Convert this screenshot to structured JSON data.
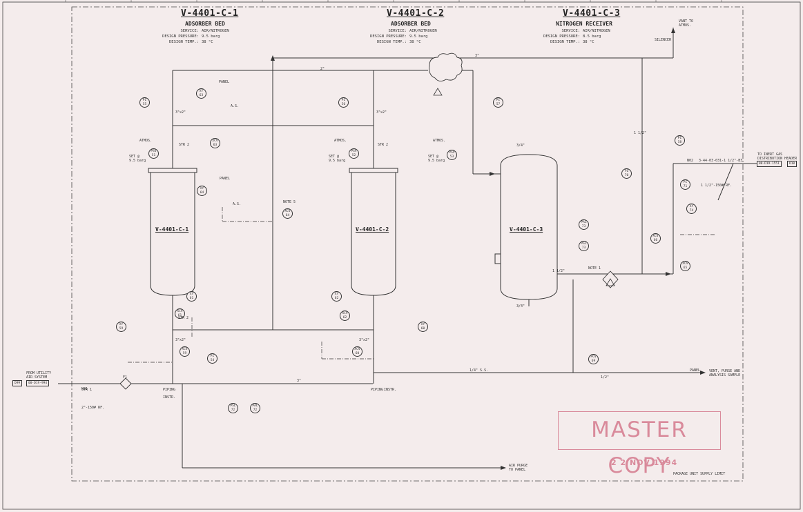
{
  "vessels": [
    {
      "tag": "V-4401-C-1",
      "service_title": "ADSORBER BED",
      "service": "AIR/NITROGEN",
      "design_pressure": "9.5 barg",
      "design_temp": "38 °C"
    },
    {
      "tag": "V-4401-C-2",
      "service_title": "ADSORBER BED",
      "service": "AIR/NITROGEN",
      "design_pressure": "9.5 barg",
      "design_temp": "38 °C"
    },
    {
      "tag": "V-4401-C-3",
      "service_title": "NITROGEN RECEIVER",
      "service": "AIR/NITROGEN",
      "design_pressure": "8.5 barg",
      "design_temp": "38 °C"
    }
  ],
  "header_keys": {
    "service": "SERVICE:",
    "design_pressure": "DESIGN PRESSURE:",
    "design_temp": "DESIGN TEMP.:"
  },
  "instruments": {
    "pi55": [
      "PI",
      "55"
    ],
    "pi56": [
      "PI",
      "56"
    ],
    "pi57": [
      "PI",
      "57"
    ],
    "pi58": [
      "PI",
      "58"
    ],
    "pi54": [
      "PI",
      "54"
    ],
    "pi71": [
      "PI",
      "71"
    ],
    "xy63": [
      "XY",
      "63"
    ],
    "xcv63": [
      "XCV",
      "63"
    ],
    "xy64": [
      "XY",
      "64"
    ],
    "xcv64": [
      "XCV",
      "64"
    ],
    "xy61": [
      "XY",
      "61"
    ],
    "xcv61": [
      "XCV",
      "61"
    ],
    "xy62": [
      "XY",
      "62"
    ],
    "xcv62": [
      "XCV",
      "62"
    ],
    "xy59": [
      "XY",
      "59"
    ],
    "xcv59": [
      "XCV",
      "59"
    ],
    "xy60": [
      "XY",
      "60"
    ],
    "xcv60": [
      "XCV",
      "60"
    ],
    "psv51": [
      "PSV",
      "51"
    ],
    "psv52": [
      "PSV",
      "52"
    ],
    "psv53": [
      "PSV",
      "53"
    ],
    "pal73": [
      "PAL",
      "73"
    ],
    "psl73": [
      "PSL",
      "73"
    ],
    "psl72": [
      "PSL",
      "72"
    ],
    "pal72": [
      "PAL",
      "72"
    ],
    "pcv69": [
      "PCV",
      "69"
    ],
    "fo70": [
      "FO",
      "70"
    ],
    "xy74": [
      "XY",
      "74"
    ],
    "xcv66": [
      "XCV",
      "66"
    ],
    "xcv65": [
      "XCV",
      "65"
    ]
  },
  "labels": {
    "panel": "PANEL",
    "as": "A.S.",
    "atmos": "ATMOS.",
    "set_95": "SET @\n9.5 barg",
    "str2": "STR 2",
    "str1": "STR 1",
    "note5": "NOTE 5",
    "note1": "NOTE 1",
    "vent_to_atmos": "VANT TO\nATMOS.",
    "silencer": "SILENCER",
    "from_utility": "FROM UTILITY\nAIR SYSTEM",
    "from_line": "00-D19-994",
    "from_sheet": "D99",
    "to_inert": "TO INERT GAS\nDISTRIBUTION HEADER",
    "to_line": "00-D19-1551",
    "to_sheet": "D18",
    "air_purge": "AIR PURGE\nTO PANEL",
    "vent_purge": "VENT, PURGE AND\nANALYSIS SAMPLE",
    "piping": "PIPING",
    "instr": "INSTR.",
    "package_limit": "PACKAGE UNIT SUPPLY LIMIT",
    "line_3in": "3\"",
    "line_2in": "2\"",
    "line_1half": "1 1/2\"",
    "line_quarter_ss": "1/4\" S.S.",
    "bf_2in": "2\"-150# RF.",
    "bf_1half": "1 1/2\"-150# RF.",
    "spec_line": "3-44-03-031-1 1/2\"-B3",
    "nd2": "N02",
    "nd1": "N01",
    "fi": "F1",
    "red_3x2": "3\"x2\"",
    "size_34": "3/4\"",
    "size_12": "1/2\""
  },
  "stamp": {
    "text": "MASTER COPY",
    "date": "2 2 NOV 1994"
  }
}
